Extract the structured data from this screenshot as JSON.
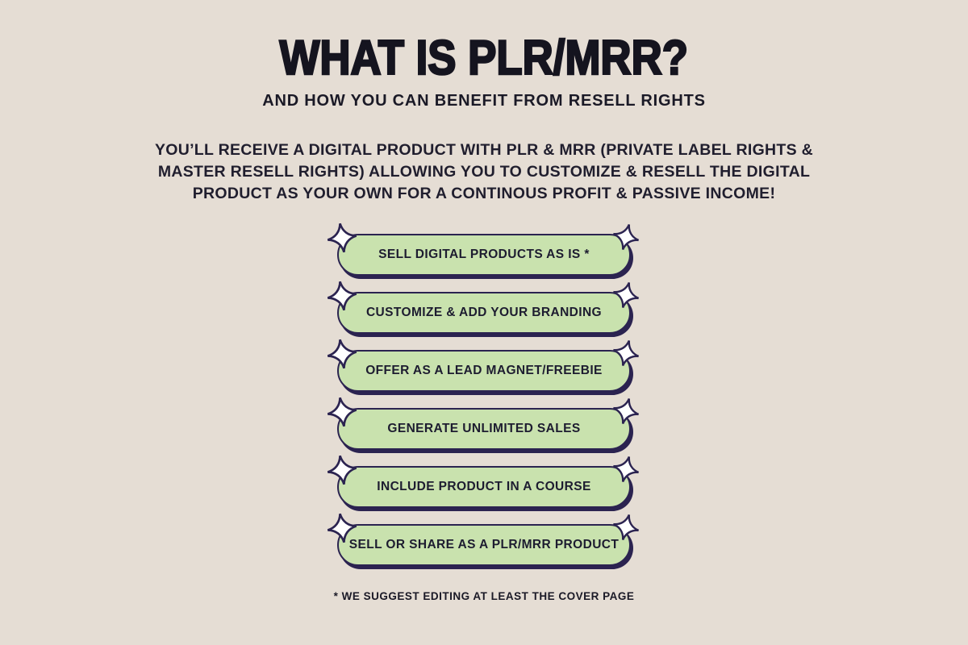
{
  "header": {
    "title": "WHAT IS PLR/MRR?",
    "subtitle": "AND HOW YOU CAN BENEFIT FROM RESELL RIGHTS"
  },
  "intro": "YOU’LL RECEIVE A DIGITAL PRODUCT WITH PLR & MRR (PRIVATE LABEL RIGHTS & MASTER RESELL RIGHTS) ALLOWING YOU TO CUSTOMIZE & RESELL THE DIGITAL PRODUCT AS YOUR OWN FOR A CONTINOUS PROFIT & PASSIVE INCOME!",
  "benefits": [
    "SELL DIGITAL PRODUCTS AS IS *",
    "CUSTOMIZE & ADD YOUR BRANDING",
    "OFFER AS A LEAD MAGNET/FREEBIE",
    "GENERATE UNLIMITED SALES",
    "INCLUDE PRODUCT IN A COURSE",
    "SELL OR SHARE AS A PLR/MRR PRODUCT"
  ],
  "footnote": "* WE SUGGEST EDITING AT LEAST THE COVER PAGE",
  "icons": {
    "sparkle": "four-point-sparkle-icon"
  },
  "colors": {
    "background": "#e5ddd4",
    "pill_fill": "#c9e2ae",
    "pill_outline": "#2b2350",
    "title_text": "#15141f",
    "body_text": "#1d1c30",
    "sparkle_fill": "#ffffff"
  }
}
